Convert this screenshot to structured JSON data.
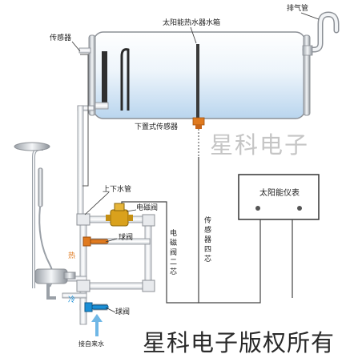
{
  "labels": {
    "tank": "太阳能热水器水箱",
    "exhaust_pipe": "排气管",
    "sensor_top": "传感器",
    "sensor_bottom": "下置式传感器",
    "updown_pipe": "上下水管",
    "solenoid_valve": "电磁阀",
    "ball_valve_hot": "球阀",
    "ball_valve_cold": "球阀",
    "hot": "热",
    "cold": "冷",
    "tap_water_in": "接自来水",
    "meter": "太阳能仪表",
    "wire_sensor_4core": "传感器四芯",
    "wire_solenoid_2core": "电磁阀二芯"
  },
  "watermark": {
    "small": "星科电子",
    "large": "星科电子版权所有"
  },
  "colors": {
    "water_blue": "#cfe3f4",
    "pipe_outline": "#8c9096",
    "valve_brass": "#d9a11c",
    "valve_orange": "#e07a1f",
    "valve_blue": "#1a8fd6",
    "hot_label": "#e07a1f",
    "cold_label": "#1a8fd6"
  }
}
